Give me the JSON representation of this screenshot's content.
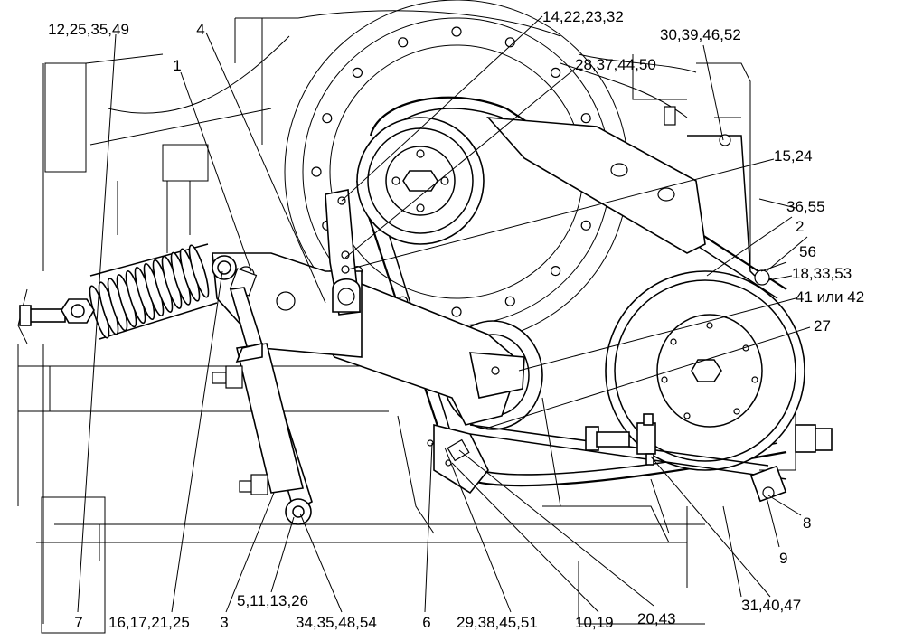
{
  "callouts": {
    "c_12_25_35_49": "12,25,35,49",
    "c_4": "4",
    "c_1": "1",
    "c_14_22_23_32": "14,22,23,32",
    "c_28_37_44_50": "28,37,44,50",
    "c_30_39_46_52": "30,39,46,52",
    "c_15_24": "15,24",
    "c_36_55": "36,55",
    "c_2": "2",
    "c_56": "56",
    "c_18_33_53": "18,33,53",
    "c_41_or_42": "41 или 42",
    "c_27": "27",
    "c_8": "8",
    "c_9": "9",
    "c_31_40_47": "31,40,47",
    "c_20_43": "20,43",
    "c_10_19": "10,19",
    "c_29_38_45_51": "29,38,45,51",
    "c_6": "6",
    "c_34_35_48_54": "34,35,48,54",
    "c_5_11_13_26": "5,11,13,26",
    "c_3": "3",
    "c_16_17_21_25": "16,17,21,25",
    "c_7": "7"
  }
}
